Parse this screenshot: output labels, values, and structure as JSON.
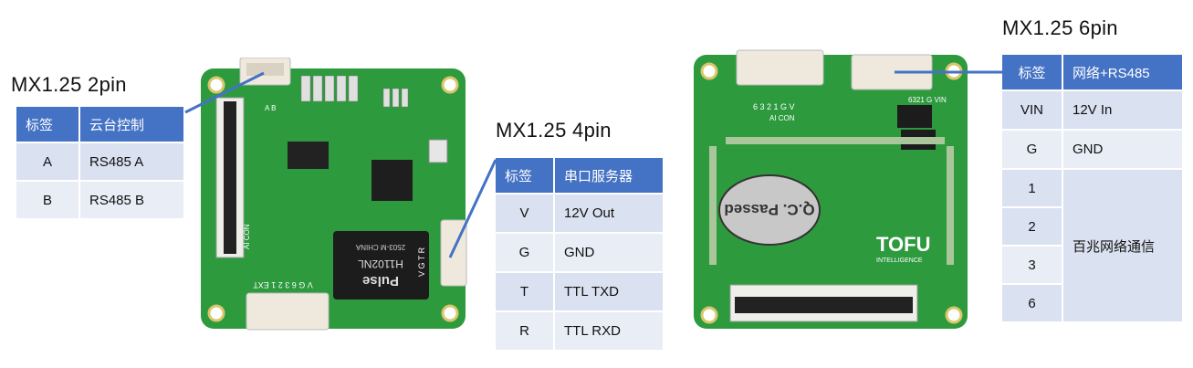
{
  "left_table": {
    "title": "MX1.25 2pin",
    "headers": [
      "标签",
      "云台控制"
    ],
    "rows": [
      [
        "A",
        "RS485 A"
      ],
      [
        "B",
        "RS485 B"
      ]
    ]
  },
  "middle_table": {
    "title": "MX1.25 4pin",
    "headers": [
      "标签",
      "串口服务器"
    ],
    "rows": [
      [
        "V",
        "12V Out"
      ],
      [
        "G",
        "GND"
      ],
      [
        "T",
        "TTL TXD"
      ],
      [
        "R",
        "TTL RXD"
      ]
    ]
  },
  "right_table": {
    "title": "MX1.25 6pin",
    "headers": [
      "标签",
      "网络+RS485"
    ],
    "rows": [
      [
        "VIN",
        "12V In"
      ],
      [
        "G",
        "GND"
      ],
      [
        "1",
        ""
      ],
      [
        "2",
        ""
      ],
      [
        "3",
        ""
      ],
      [
        "6",
        ""
      ]
    ],
    "merged_label": "百兆网络通信"
  },
  "board1": {
    "silk_ab": "A  B",
    "silk_aicon": "AI CON",
    "silk_ext": "V G 6 3 2 1 EXT",
    "silk_vgtr": "V G T R",
    "chip_brand": "Pulse",
    "chip_model": "H1102NL",
    "chip_code": "2503-M CHINA"
  },
  "board2": {
    "silk_pins": "6 3 2 1 G V",
    "silk_aicon": "AI CON",
    "silk_vin": "6321 G VIN",
    "qc_label": "Q.C. Passed",
    "brand": "TOFU",
    "brand_sub": "INTELLIGENCE"
  },
  "colors": {
    "header_blue": "#4472C4",
    "row_light": "#E9EDF6",
    "row_dark": "#DAE1F0",
    "callout_line": "#4472C4",
    "pcb_green": "#2E9A3E"
  }
}
